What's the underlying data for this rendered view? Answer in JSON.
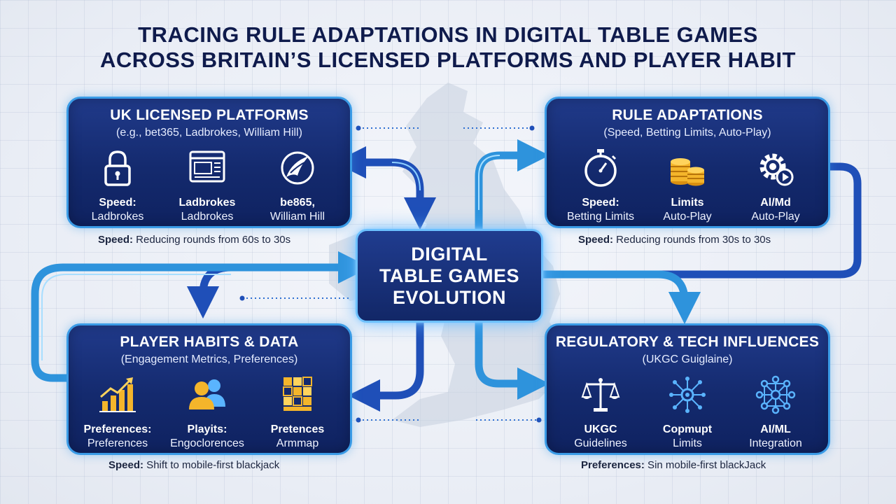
{
  "title": {
    "line1": "TRACING RULE ADAPTATIONS IN DIGITAL TABLE GAMES",
    "line2": "ACROSS BRITAIN’S LICENSED PLATFORMS AND PLAYER HABIT"
  },
  "center": {
    "line1": "DIGITAL",
    "line2": "TABLE GAMES",
    "line3": "EVOLUTION"
  },
  "platforms": {
    "heading": "UK LICENSED PLATFORMS",
    "subheading": "(e.g., bet365, Ladbrokes, William Hill)",
    "items": [
      {
        "icon": "lock-icon",
        "line1": "Speed:",
        "line2": "Ladbrokes"
      },
      {
        "icon": "browser-window-icon",
        "line1": "Ladbrokes",
        "line2": "Ladbrokes"
      },
      {
        "icon": "brand-swoosh-icon",
        "line1": "be865,",
        "line2": "William Hill"
      }
    ],
    "note_bold": "Speed:",
    "note_text": " Reducing rounds from 60s to 30s"
  },
  "rules": {
    "heading": "RULE ADAPTATIONS",
    "subheading": "(Speed, Betting Limits, Auto-Play)",
    "items": [
      {
        "icon": "stopwatch-icon",
        "line1": "Speed:",
        "line2": "Betting Limits"
      },
      {
        "icon": "chip-stack-icon",
        "line1": "Limits",
        "line2": "Auto-Play"
      },
      {
        "icon": "gear-play-icon",
        "line1": "Al/Md",
        "line2": "Auto-Play"
      }
    ],
    "note_bold": "Speed:",
    "note_text": " Reducing rounds from 30s to 30s"
  },
  "habits": {
    "heading": "PLAYER HABITS & DATA",
    "subheading": "(Engagement Metrics, Preferences)",
    "items": [
      {
        "icon": "bar-chart-icon",
        "line1": "Preferences:",
        "line2": "Preferences"
      },
      {
        "icon": "users-icon",
        "line1": "Playits:",
        "line2": "Engoclorences"
      },
      {
        "icon": "heatmap-icon",
        "line1": "Pretences",
        "line2": "Armmap"
      }
    ],
    "note_bold": "Speed:",
    "note_text": " Shift to mobile-first blackjack"
  },
  "regulatory": {
    "heading": "REGULATORY & TECH INFLUENCES",
    "subheading": "(UKGC Guiglaine)",
    "items": [
      {
        "icon": "scales-icon",
        "line1": "UKGC",
        "line2": "Guidelines"
      },
      {
        "icon": "circuit-icon",
        "line1": "Copmupt",
        "line2": "Limits"
      },
      {
        "icon": "network-icon",
        "line1": "AI/ML",
        "line2": "Integration"
      }
    ],
    "note_bold": "Preferences:",
    "note_text": " Sin mobile-first blackJack"
  },
  "colors": {
    "navy": "#142a6e",
    "glow": "#3a9be6",
    "gold": "#f4b52b",
    "title": "#0f1b4c"
  }
}
